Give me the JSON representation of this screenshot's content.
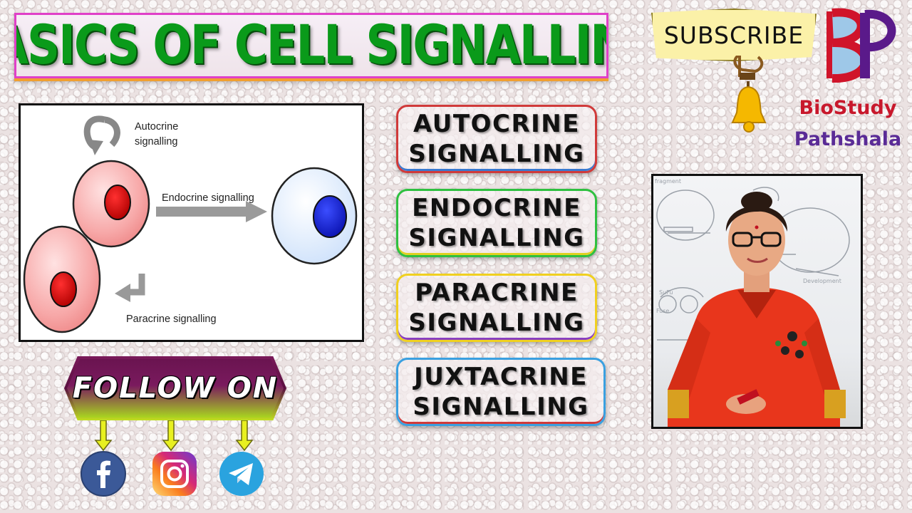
{
  "title": "BASICS OF CELL SIGNALLING",
  "diagram": {
    "labels": {
      "autocrine": "Autocrine signalling",
      "endocrine": "Endocrine signalling",
      "paracrine": "Paracrine signalling"
    }
  },
  "signals": [
    {
      "line1": "AUTOCRINE",
      "line2": "SIGNALLING"
    },
    {
      "line1": "ENDOCRINE",
      "line2": "SIGNALLING"
    },
    {
      "line1": "PARACRINE",
      "line2": "SIGNALLING"
    },
    {
      "line1": "JUXTACRINE",
      "line2": "SIGNALLING"
    }
  ],
  "subscribe_label": "SUBSCRIBE",
  "brand": {
    "line1": "BioStudy",
    "line2": "Pathshala",
    "logo_text": "BP"
  },
  "follow_label": "FOLLOW ON",
  "social": [
    {
      "name": "facebook",
      "glyph": "f",
      "color": "#3b5998"
    },
    {
      "name": "instagram",
      "color": "#e1306c"
    },
    {
      "name": "telegram",
      "color": "#2aa3df"
    }
  ],
  "icons": [
    "bell-icon",
    "facebook-icon",
    "instagram-icon",
    "telegram-icon",
    "down-arrow-icon"
  ]
}
